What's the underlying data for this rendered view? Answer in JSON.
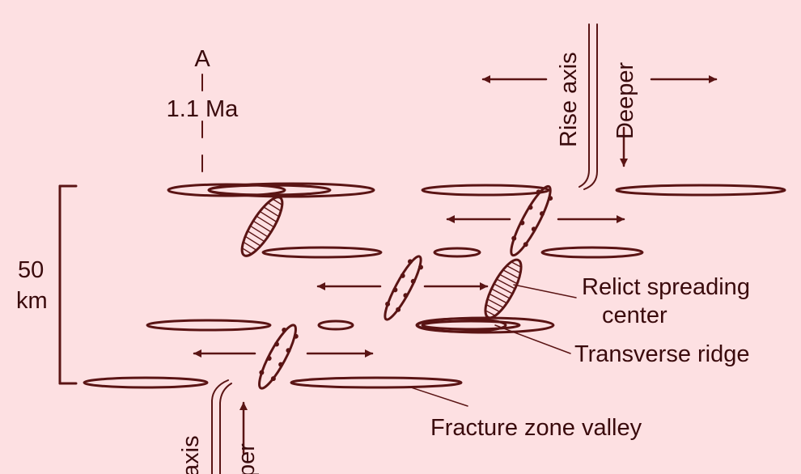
{
  "colors": {
    "background": "#fde0e2",
    "ink": "#5a1414",
    "text": "#3a0a0c"
  },
  "labels": {
    "a": "A",
    "age": "1.1 Ma",
    "rise_axis_top": "Rise axis",
    "deeper_top": "Deeper",
    "scale_value": "50",
    "scale_unit": "km",
    "relict_line1": "Relict spreading",
    "relict_line2": "center",
    "transverse_ridge": "Transverse ridge",
    "fracture_zone_valley": "Fracture zone valley",
    "rise_axis_bottom": "axis",
    "deeper_bottom": "per"
  }
}
